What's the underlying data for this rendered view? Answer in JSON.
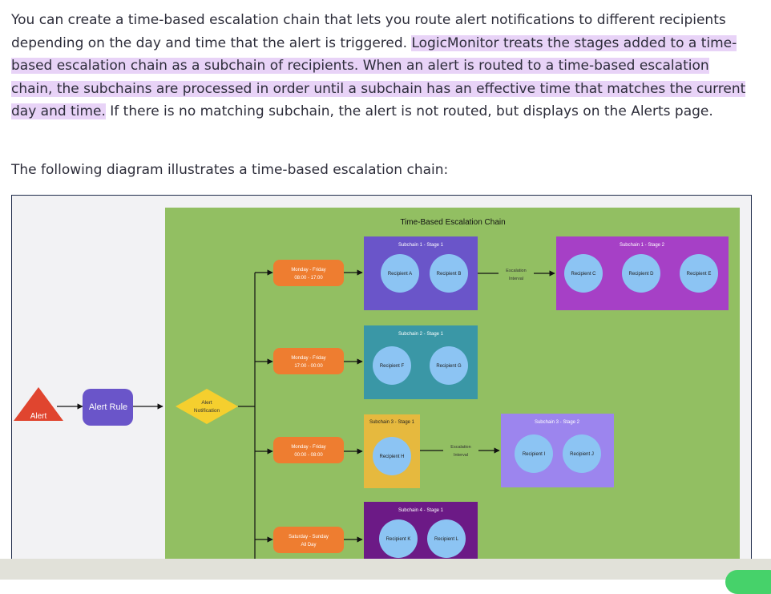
{
  "article": {
    "para1_a": "You can create a time-based escalation chain that lets you route alert notifications to different recipients depending on the day and time that the alert is triggered. ",
    "para1_highlight": "LogicMonitor treats the stages added to a time-based escalation chain as a subchain of recipients. When an alert is routed to a time-based escalation chain, the subchains are processed in order until a subchain has an effective time that matches the current day and time.",
    "para1_b": " If there is no matching subchain, the alert is not routed, but displays on the Alerts page.",
    "para2": "The following diagram illustrates a time-based escalation chain:"
  },
  "diagram": {
    "title": "Time-Based Escalation Chain",
    "alert": "Alert",
    "alert_rule": "Alert Rule",
    "notification_line1": "Alert",
    "notification_line2": "Notification",
    "escalation_line1": "Escalation",
    "escalation_line2": "Interval",
    "times": [
      {
        "line1": "Monday - Friday",
        "line2": "08:00 - 17:00"
      },
      {
        "line1": "Monday - Friday",
        "line2": "17:00 - 00:00"
      },
      {
        "line1": "Monday - Friday",
        "line2": "00:00 - 08:00"
      },
      {
        "line1": "Saturday - Sunday",
        "line2": "All Day"
      }
    ],
    "subchains": {
      "s1a": "Subchain 1 - Stage 1",
      "s1b": "Subchain 1 - Stage 2",
      "s2": "Subchain 2 - Stage 1",
      "s3a": "Subchain 3 - Stage 1",
      "s3b": "Subchain 3 - Stage 2",
      "s4": "Subchain 4 - Stage 1"
    },
    "recipients": {
      "a": "Recipient A",
      "b": "Recipient B",
      "c": "Recipient C",
      "d": "Recipient D",
      "e": "Recipient E",
      "f": "Recipient F",
      "g": "Recipient G",
      "h": "Recipient H",
      "i": "Recipient I",
      "j": "Recipient J",
      "k": "Recipient K",
      "l": "Recipient L"
    },
    "colors": {
      "background": "#92bf62",
      "alert": "#e0452f",
      "alert_rule": "#6a55c9",
      "notification": "#f5cf2e",
      "time_box": "#ee7d30",
      "subchain1": "#6a55c9",
      "subchain1_stage2": "#a640c6",
      "subchain2": "#3a97a6",
      "subchain3": "#e6b93e",
      "subchain3_stage2": "#9c85ee",
      "subchain4": "#6c1a86",
      "recipient": "#8cc4f3"
    }
  }
}
